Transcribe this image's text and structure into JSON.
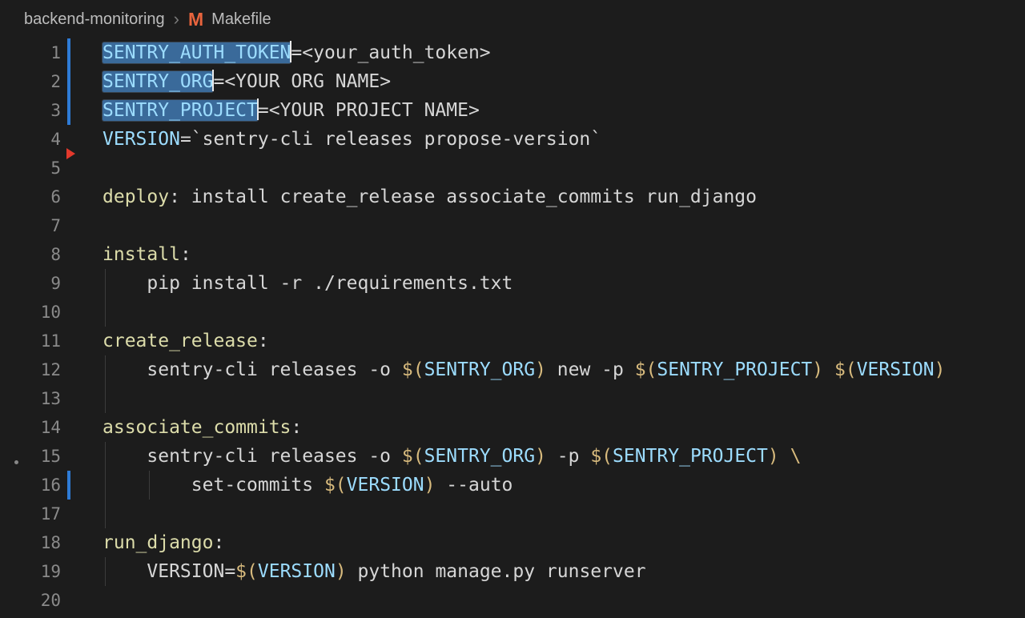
{
  "breadcrumb": {
    "project": "backend-monitoring",
    "separator": "›",
    "file_icon": "M",
    "file": "Makefile"
  },
  "colors": {
    "background": "#1c1c1c",
    "text_default": "#d6d6d6",
    "text_variable": "#9cdcfe",
    "text_target": "#dcdcaa",
    "text_punct": "#d7ba7d",
    "line_number": "#8a8a8a",
    "selection": "#3a6a9a",
    "gutter_modified": "#2e7bd6",
    "gutter_deleted": "#e3392c",
    "breadcrumb_text": "#bdbdbd",
    "makefile_icon": "#e8643d",
    "indent_guide": "#3c3c3c",
    "cursor": "#eaeaea"
  },
  "editor": {
    "language": "makefile",
    "lines": [
      {
        "n": "1",
        "marker": "modified",
        "segments": [
          {
            "t": "SENTRY_AUTH_TOKEN",
            "c": "v",
            "sel": true
          },
          {
            "cursor": true
          },
          {
            "t": "=<your_auth_token>",
            "c": "d"
          }
        ]
      },
      {
        "n": "2",
        "marker": "modified",
        "segments": [
          {
            "t": "SENTRY_ORG",
            "c": "v",
            "sel": true
          },
          {
            "cursor": true
          },
          {
            "t": "=<YOUR ORG NAME>",
            "c": "d"
          }
        ]
      },
      {
        "n": "3",
        "marker": "modified",
        "segments": [
          {
            "t": "SENTRY_PROJECT",
            "c": "v",
            "sel": true
          },
          {
            "cursor": true
          },
          {
            "t": "=<YOUR PROJECT NAME>",
            "c": "d"
          }
        ]
      },
      {
        "n": "4",
        "marker": "deleted_below",
        "segments": [
          {
            "t": "VERSION",
            "c": "v"
          },
          {
            "t": "=`sentry-cli releases propose-version`",
            "c": "d"
          }
        ]
      },
      {
        "n": "5",
        "segments": []
      },
      {
        "n": "6",
        "segments": [
          {
            "t": "deploy",
            "c": "t"
          },
          {
            "t": ": install create_release associate_commits run_django",
            "c": "d"
          }
        ]
      },
      {
        "n": "7",
        "segments": []
      },
      {
        "n": "8",
        "segments": [
          {
            "t": "install",
            "c": "t"
          },
          {
            "t": ":",
            "c": "d"
          }
        ]
      },
      {
        "n": "9",
        "guides": [
          0
        ],
        "segments": [
          {
            "t": "    pip install -r ./requirements.txt",
            "c": "d"
          }
        ]
      },
      {
        "n": "10",
        "guides": [
          0
        ],
        "segments": []
      },
      {
        "n": "11",
        "segments": [
          {
            "t": "create_release",
            "c": "t"
          },
          {
            "t": ":",
            "c": "d"
          }
        ]
      },
      {
        "n": "12",
        "guides": [
          0
        ],
        "segments": [
          {
            "t": "    sentry-cli releases -o ",
            "c": "d"
          },
          {
            "t": "$(",
            "c": "p"
          },
          {
            "t": "SENTRY_ORG",
            "c": "v"
          },
          {
            "t": ")",
            "c": "p"
          },
          {
            "t": " new -p ",
            "c": "d"
          },
          {
            "t": "$(",
            "c": "p"
          },
          {
            "t": "SENTRY_PROJECT",
            "c": "v"
          },
          {
            "t": ")",
            "c": "p"
          },
          {
            "t": " ",
            "c": "d"
          },
          {
            "t": "$(",
            "c": "p"
          },
          {
            "t": "VERSION",
            "c": "v"
          },
          {
            "t": ")",
            "c": "p"
          }
        ]
      },
      {
        "n": "13",
        "guides": [
          0
        ],
        "segments": []
      },
      {
        "n": "14",
        "segments": [
          {
            "t": "associate_commits",
            "c": "t"
          },
          {
            "t": ":",
            "c": "d"
          }
        ]
      },
      {
        "n": "15",
        "guides": [
          0
        ],
        "segments": [
          {
            "t": "    sentry-cli releases -o ",
            "c": "d"
          },
          {
            "t": "$(",
            "c": "p"
          },
          {
            "t": "SENTRY_ORG",
            "c": "v"
          },
          {
            "t": ")",
            "c": "p"
          },
          {
            "t": " -p ",
            "c": "d"
          },
          {
            "t": "$(",
            "c": "p"
          },
          {
            "t": "SENTRY_PROJECT",
            "c": "v"
          },
          {
            "t": ")",
            "c": "p"
          },
          {
            "t": " ",
            "c": "d"
          },
          {
            "t": "\\",
            "c": "p"
          }
        ]
      },
      {
        "n": "16",
        "marker": "modified",
        "guides": [
          0,
          1
        ],
        "segments": [
          {
            "t": "        set-commits ",
            "c": "d"
          },
          {
            "t": "$(",
            "c": "p"
          },
          {
            "t": "VERSION",
            "c": "v"
          },
          {
            "t": ")",
            "c": "p"
          },
          {
            "t": " --auto",
            "c": "d"
          }
        ]
      },
      {
        "n": "17",
        "guides": [
          0
        ],
        "segments": []
      },
      {
        "n": "18",
        "segments": [
          {
            "t": "run_django",
            "c": "t"
          },
          {
            "t": ":",
            "c": "d"
          }
        ]
      },
      {
        "n": "19",
        "guides": [
          0
        ],
        "segments": [
          {
            "t": "    VERSION=",
            "c": "d"
          },
          {
            "t": "$(",
            "c": "p"
          },
          {
            "t": "VERSION",
            "c": "v"
          },
          {
            "t": ")",
            "c": "p"
          },
          {
            "t": " python manage.py runserver",
            "c": "d"
          }
        ]
      },
      {
        "n": "20",
        "segments": []
      }
    ]
  }
}
